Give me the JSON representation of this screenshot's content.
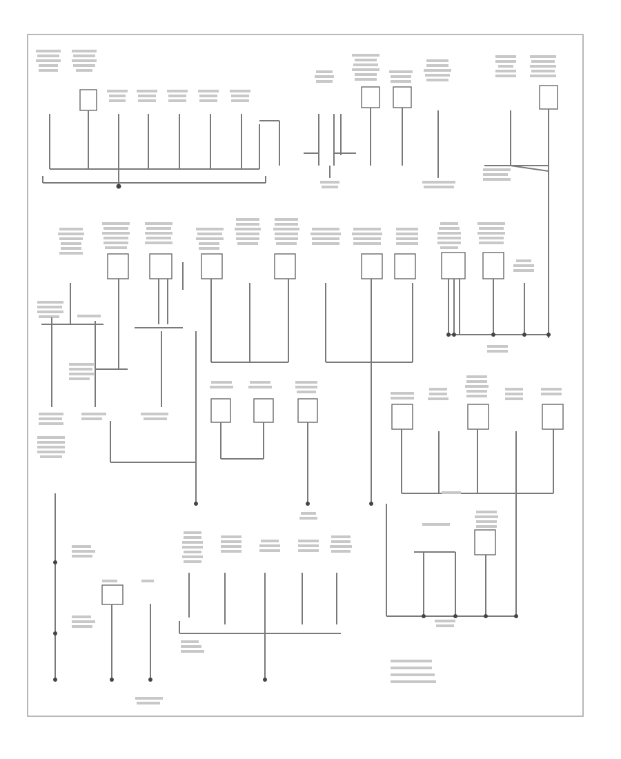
{
  "diagram": {
    "title": "",
    "footer_code": "",
    "colors": {
      "wire_gray": "#7a7a7a",
      "wire_yellow": "#e8c64a",
      "wire_blue": "#3a46d6",
      "ground_point": "#444444",
      "frame": "#9a9a9a"
    },
    "legend": [
      {
        "id": "l1",
        "text": ""
      },
      {
        "id": "l2",
        "text": ""
      },
      {
        "id": "l3",
        "text": ""
      },
      {
        "id": "l4",
        "text": ""
      }
    ]
  }
}
